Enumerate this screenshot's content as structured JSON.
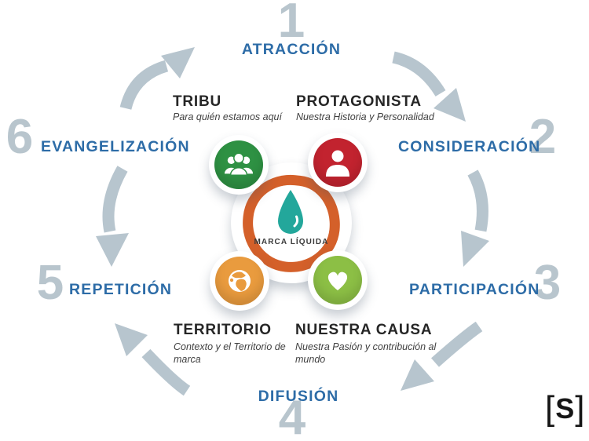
{
  "stages": [
    {
      "number": "1",
      "label": "ATRACCIÓN"
    },
    {
      "number": "2",
      "label": "CONSIDERACIÓN"
    },
    {
      "number": "3",
      "label": "PARTICIPACIÓN"
    },
    {
      "number": "4",
      "label": "DIFUSIÓN"
    },
    {
      "number": "5",
      "label": "REPETICIÓN"
    },
    {
      "number": "6",
      "label": "EVANGELIZACIÓN"
    }
  ],
  "hub": {
    "label": "MARCA LÍQUIDA",
    "icon": "water-drop-icon",
    "ring_color": "#d4602a",
    "drop_color": "#23a79b"
  },
  "satellites": [
    {
      "title": "TRIBU",
      "subtitle": "Para quién estamos aquí",
      "icon": "people-group-icon",
      "color": "#2e9143"
    },
    {
      "title": "PROTAGONISTA",
      "subtitle": "Nuestra Historia y Personalidad",
      "icon": "person-icon",
      "color": "#c2232f"
    },
    {
      "title": "TERRITORIO",
      "subtitle": "Contexto y el Territorio de marca",
      "icon": "globe-icon",
      "color": "#e99b3e"
    },
    {
      "title": "NUESTRA CAUSA",
      "subtitle": "Nuestra Pasión y contribución al mundo",
      "icon": "heart-icon",
      "color": "#8cbf45"
    }
  ],
  "logo": {
    "open_bracket": "[",
    "letter": "S",
    "close_bracket": "]"
  },
  "colors": {
    "stage_label": "#2d6ca7",
    "stage_number": "#b8c5cd",
    "arrow": "#b7c5ce",
    "title_text": "#262626",
    "subtitle_text": "#3f3f3f",
    "background": "#ffffff"
  }
}
